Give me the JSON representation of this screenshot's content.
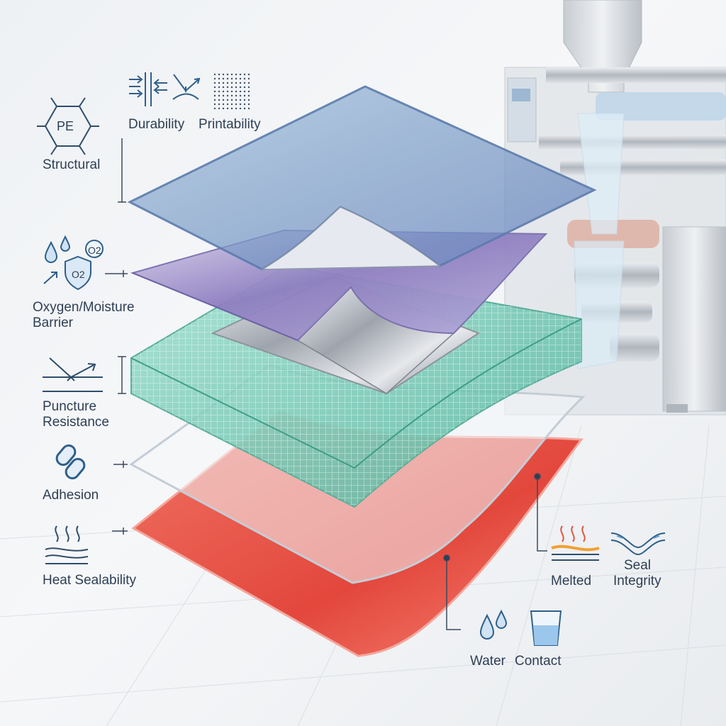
{
  "left_labels": {
    "structural": "Structural",
    "pe_badge": "PE",
    "durability": "Durability",
    "printability": "Printability",
    "barrier_line1": "Oxygen/Moisture",
    "barrier_line2": "Barrier",
    "o2_a": "O2",
    "o2_b": "O2",
    "puncture_line1": "Puncture",
    "puncture_line2": "Resistance",
    "adhesion": "Adhesion",
    "heat_sealability": "Heat Sealability"
  },
  "right_labels": {
    "melted": "Melted",
    "seal_line1": "Seal",
    "seal_line2": "Integrity",
    "water": "Water",
    "contact": "Contact"
  },
  "icons": {
    "pe": "pe-hexagon-icon",
    "durability": "impact-arrows-icon",
    "printability": "dot-grid-icon",
    "barrier": "droplets-shield-o2-icon",
    "puncture": "puncture-arrow-icon",
    "adhesion": "chain-link-icon",
    "heat": "heat-waves-icon",
    "melted": "melted-layer-icon",
    "seal": "seal-integrity-icon",
    "water": "water-drops-icon",
    "contact": "water-glass-icon"
  },
  "layers": [
    {
      "name": "structural-layer",
      "color": "#8fb0cf"
    },
    {
      "name": "barrier-layer",
      "color": "#9a8ec6"
    },
    {
      "name": "foil-layer",
      "color": "#c9cdd3"
    },
    {
      "name": "puncture-mesh-layer",
      "color": "#74c9b5"
    },
    {
      "name": "adhesive-layer",
      "color": "#e6ecf1"
    },
    {
      "name": "sealant-layer",
      "color": "#ea4a3c"
    }
  ],
  "colors": {
    "ink": "#2e3f55",
    "icon": "#2f5f8a",
    "heat": "#e0553f"
  }
}
